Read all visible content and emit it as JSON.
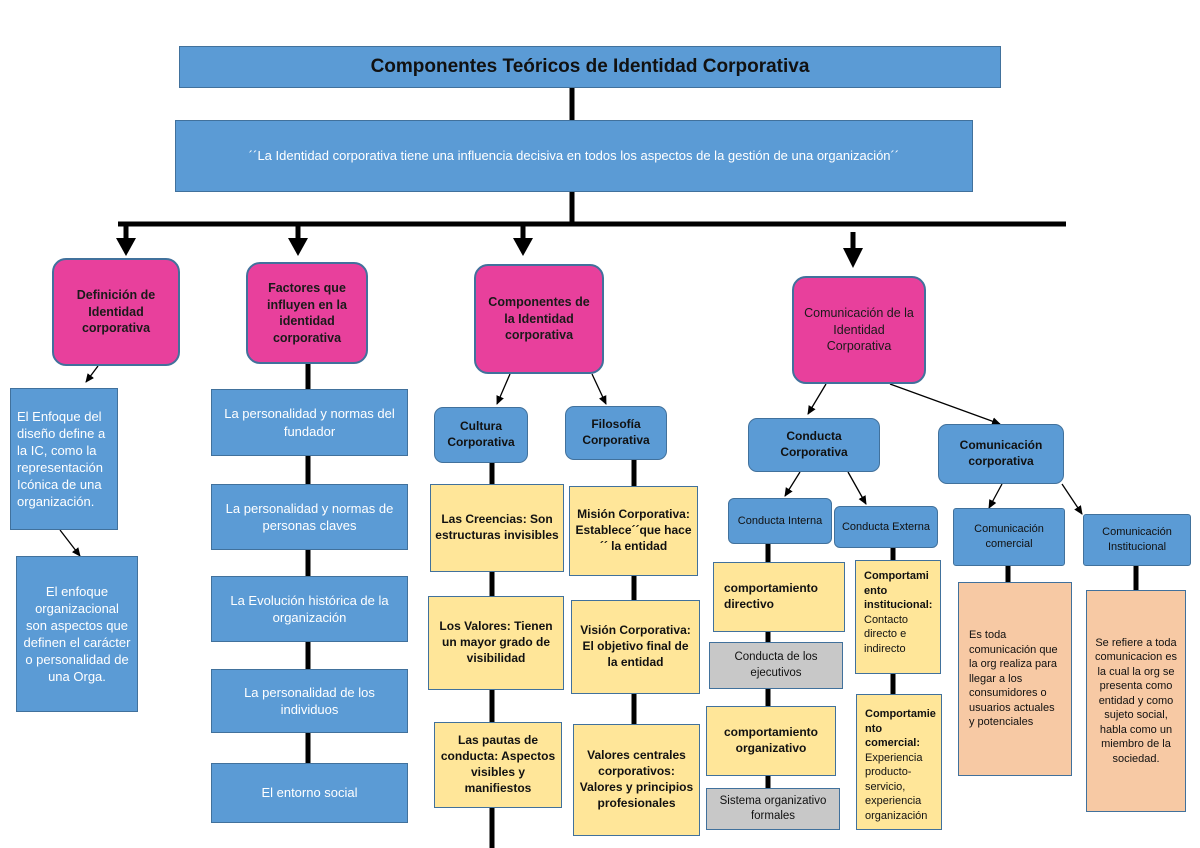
{
  "diagram": {
    "title": "Componentes Teóricos de Identidad Corporativa",
    "quote": "´´La Identidad corporativa tiene una influencia decisiva en todos los aspectos de la gestión de una organización´´",
    "col1": {
      "header": "Definición de Identidad corporativa",
      "box1": "El Enfoque del diseño define a la IC, como la representación Icónica de una organización.",
      "box2": "El enfoque organizacional son aspectos que definen el carácter o personalidad de una Orga."
    },
    "col2": {
      "header": "Factores que influyen en la identidad corporativa",
      "items": [
        "La personalidad y normas del fundador",
        "La personalidad y normas de personas claves",
        "La Evolución histórica de la organización",
        "La personalidad de los individuos",
        "El entorno social"
      ]
    },
    "col3": {
      "header": "Componentes de la Identidad corporativa",
      "cultura": {
        "label": "Cultura Corporativa",
        "items": [
          "Las Creencias: Son estructuras invisibles",
          "Los Valores: Tienen un mayor grado de visibilidad",
          "Las pautas de conducta: Aspectos visibles y manifiestos"
        ]
      },
      "filosofia": {
        "label": "Filosofía Corporativa",
        "items": [
          "Misión Corporativa: Establece´´que hace´´ la entidad",
          "Visión Corporativa: El objetivo final de la entidad",
          "Valores centrales corporativos: Valores y principios profesionales"
        ]
      }
    },
    "col4": {
      "header": "Comunicación de la Identidad Corporativa",
      "conducta": {
        "label": "Conducta Corporativa",
        "interna": {
          "label": "Conducta Interna",
          "directivo": "comportamiento directivo",
          "ejecutivos": "Conducta de los ejecutivos",
          "organizativo": "comportamiento organizativo",
          "sistema": "Sistema organizativo formales"
        },
        "externa": {
          "label": "Conducta Externa",
          "inst_title": "Comportami ento institucional:",
          "inst_text": "Contacto directo e indirecto",
          "com_title": "Comportamie nto comercial:",
          "com_text": "Experiencia producto-servicio, experiencia organización"
        }
      },
      "comunicacion": {
        "label": "Comunicación corporativa",
        "comercial": {
          "label": "Comunicación comercial",
          "text": "Es toda comunicación que la org realiza para llegar a los consumidores o usuarios actuales y potenciales"
        },
        "institucional": {
          "label": "Comunicación Institucional",
          "text": "Se refiere a toda comunicacion es la cual la org se presenta como entidad y como sujeto social, habla como un miembro de la sociedad."
        }
      }
    }
  },
  "colors": {
    "blue": "#5b9bd5",
    "pink": "#e8409c",
    "yellow": "#ffe699",
    "gray": "#c8c8c8",
    "peach": "#f7c9a4",
    "border": "#41719c"
  }
}
